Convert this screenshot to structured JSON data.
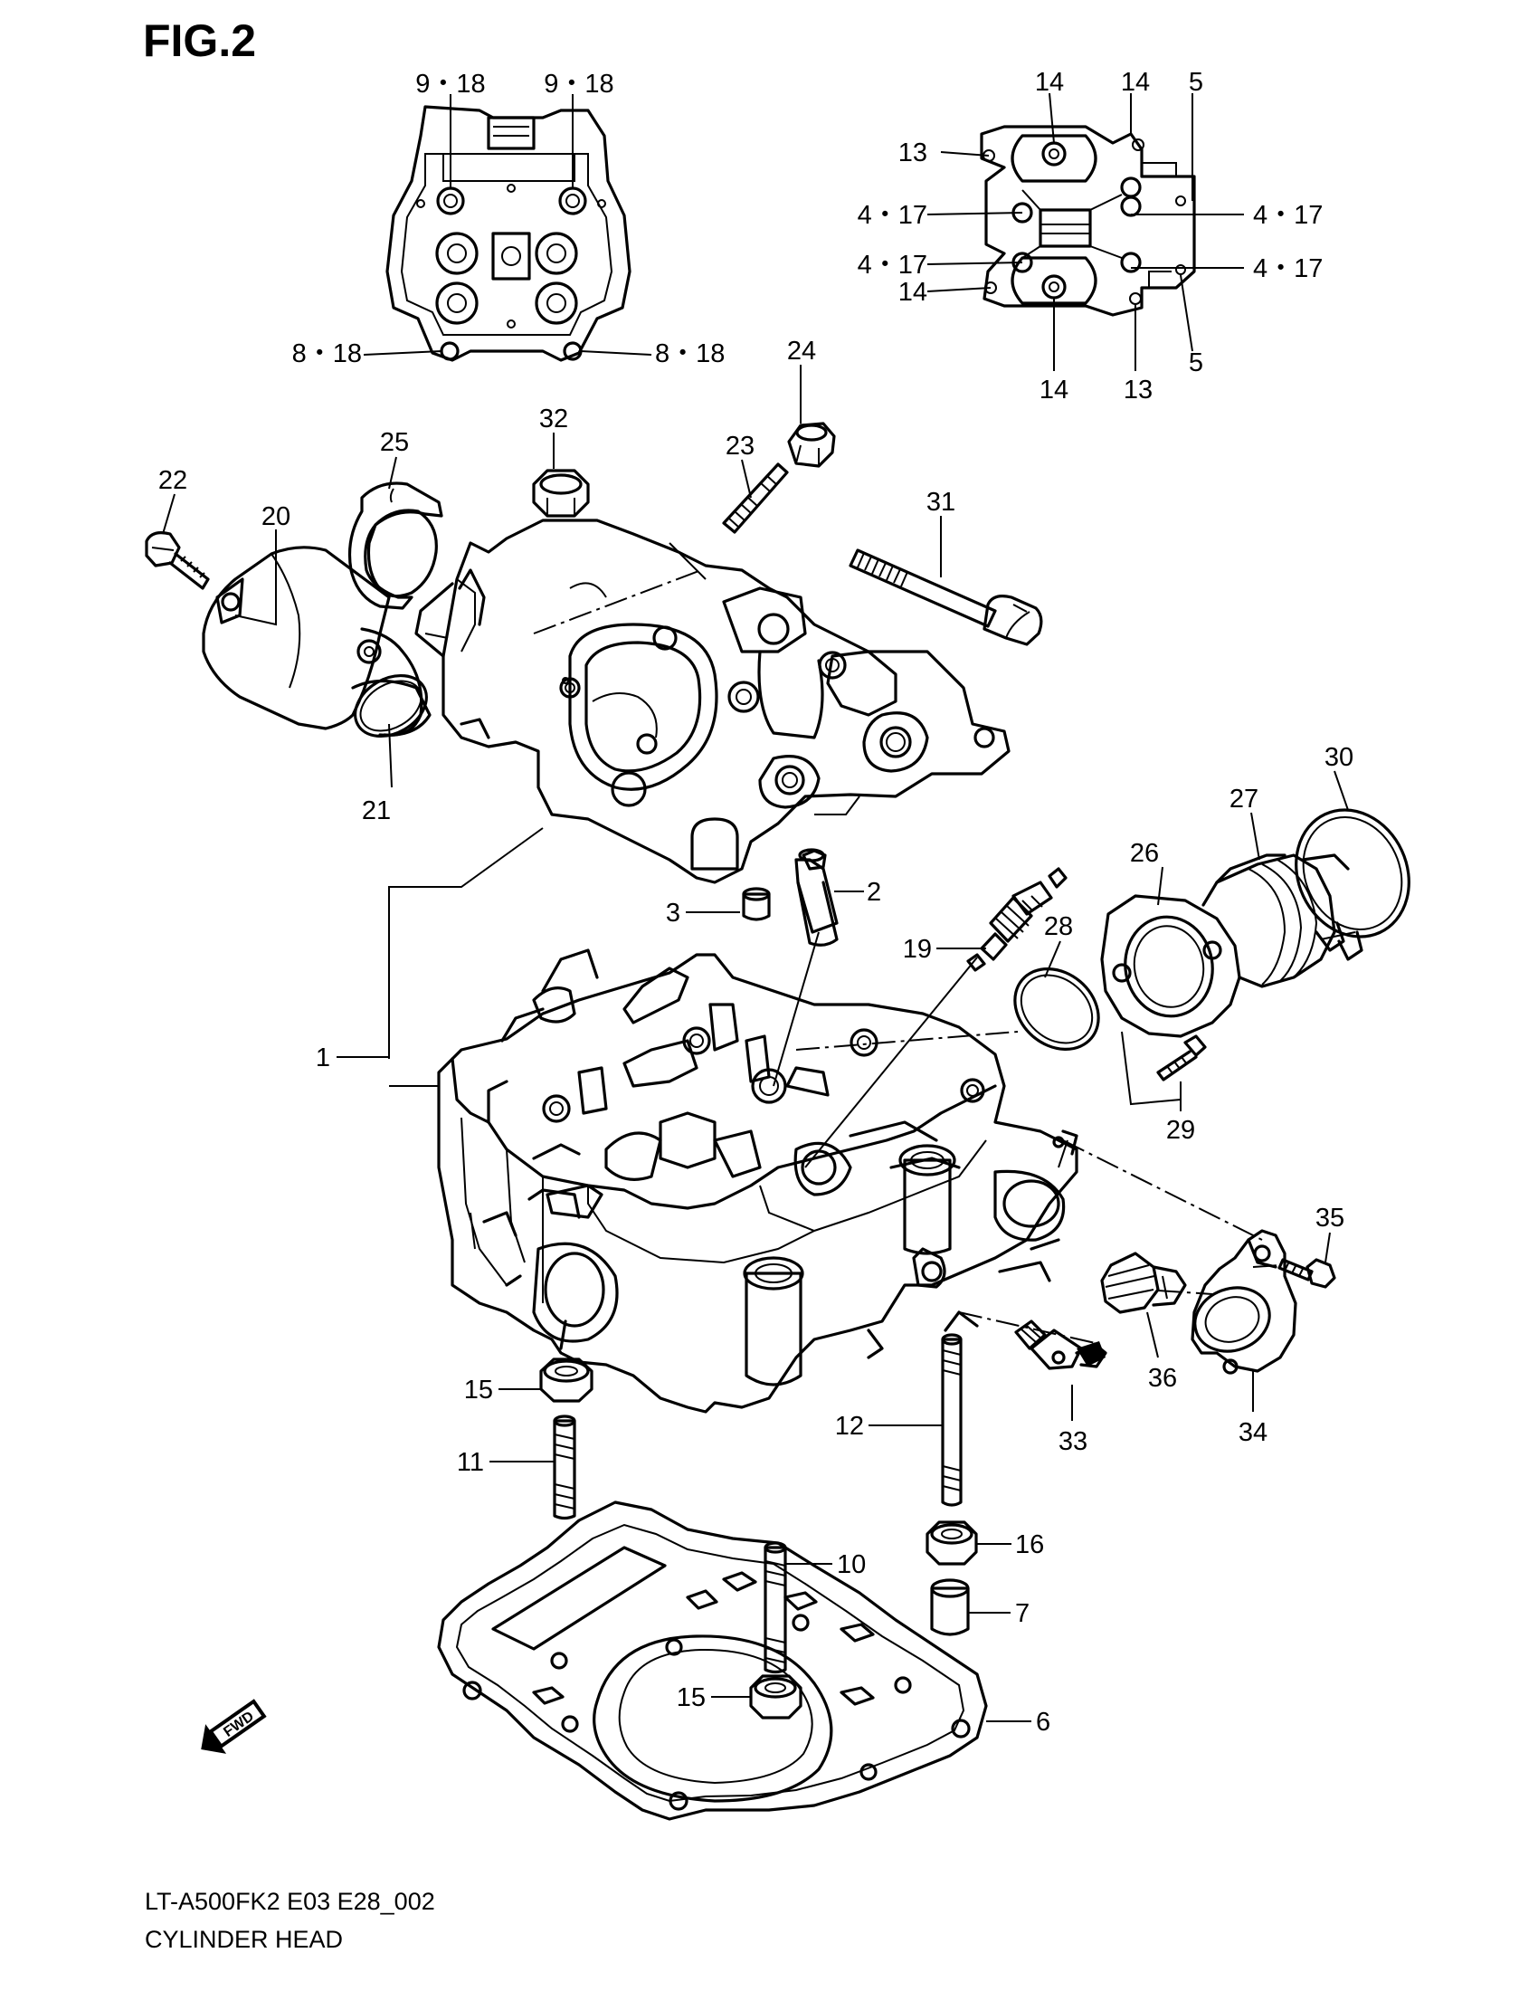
{
  "figure": {
    "title": "FIG.2",
    "code": "LT-A500FK2 E03 E28_002",
    "name": "CYLINDER HEAD",
    "fwd_badge": "FWD"
  },
  "bolt_patterns": {
    "top_left": [
      "9・18",
      "9・18",
      "8・18",
      "8・18"
    ],
    "top_right": [
      "14",
      "14",
      "5",
      "13",
      "4・17",
      "4・17",
      "4・17",
      "4・17",
      "14",
      "14",
      "13",
      "5"
    ]
  },
  "callouts": [
    "1",
    "2",
    "3",
    "6",
    "7",
    "10",
    "11",
    "12",
    "15",
    "15",
    "16",
    "19",
    "20",
    "21",
    "22",
    "23",
    "24",
    "25",
    "26",
    "27",
    "28",
    "29",
    "30",
    "31",
    "32",
    "33",
    "34",
    "35",
    "36"
  ]
}
